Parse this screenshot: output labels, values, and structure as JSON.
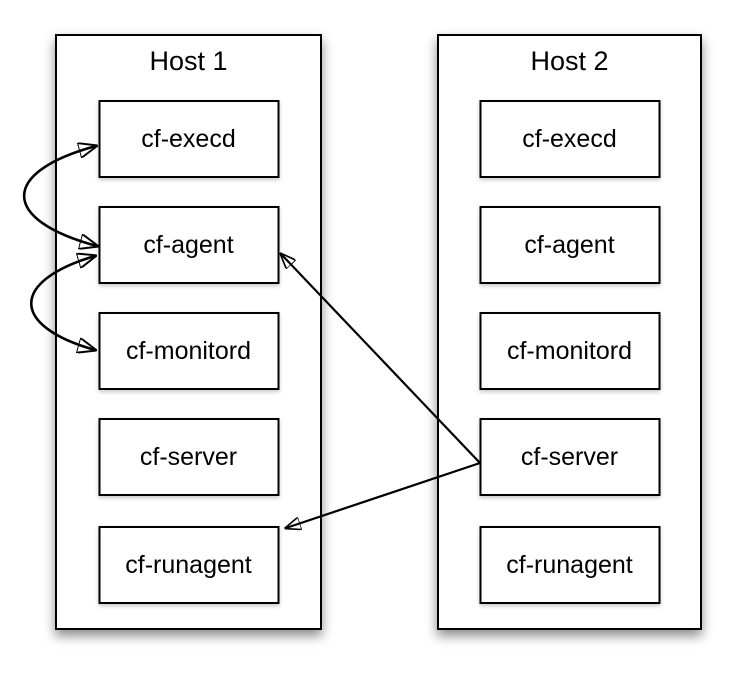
{
  "diagram": {
    "colors": {
      "background": "#ffffff",
      "stroke": "#000000"
    },
    "hosts": [
      {
        "name": "Host 1",
        "daemons": [
          "cf-execd",
          "cf-agent",
          "cf-monitord",
          "cf-server",
          "cf-runagent"
        ]
      },
      {
        "name": "Host 2",
        "daemons": [
          "cf-execd",
          "cf-agent",
          "cf-monitord",
          "cf-server",
          "cf-runagent"
        ]
      }
    ],
    "connections": [
      {
        "from": "host1.cf-execd",
        "to": "host1.cf-agent",
        "style": "curved",
        "direction": "bidirectional"
      },
      {
        "from": "host1.cf-agent",
        "to": "host1.cf-monitord",
        "style": "curved",
        "direction": "bidirectional"
      },
      {
        "from": "host2.cf-server",
        "to": "host1.cf-agent",
        "style": "straight",
        "direction": "one-way"
      },
      {
        "from": "host2.cf-server",
        "to": "host1.cf-runagent",
        "style": "straight",
        "direction": "one-way"
      }
    ]
  }
}
